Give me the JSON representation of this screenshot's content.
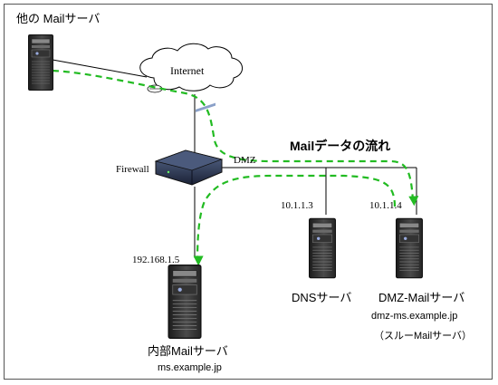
{
  "labels": {
    "other_mail_server": "他の Mailサーバ",
    "internet": "Internet",
    "dmz": "DMZ",
    "mail_data_flow": "Mailデータの流れ",
    "firewall": "Firewall",
    "ip_dns": "10.1.1.3",
    "ip_dmz_mail": "10.1.1.4",
    "ip_internal": "192.168.1.5",
    "dns_server": "DNSサーバ",
    "dmz_mail_server": "DMZ-Mailサーバ",
    "dmz_mail_host": "dmz-ms.example.jp",
    "relay_mail_server": "（スルーMailサーバ）",
    "internal_mail_server": "内部Mailサーバ",
    "internal_host": "ms.example.jp"
  },
  "colors": {
    "flow": "#22bb22",
    "frame": "#555555",
    "server_dark": "#2b2b2b",
    "server_mid": "#555555",
    "firewall_body": "#2a3550"
  },
  "icons": [
    "server-icon",
    "cloud-icon",
    "firewall-icon"
  ]
}
